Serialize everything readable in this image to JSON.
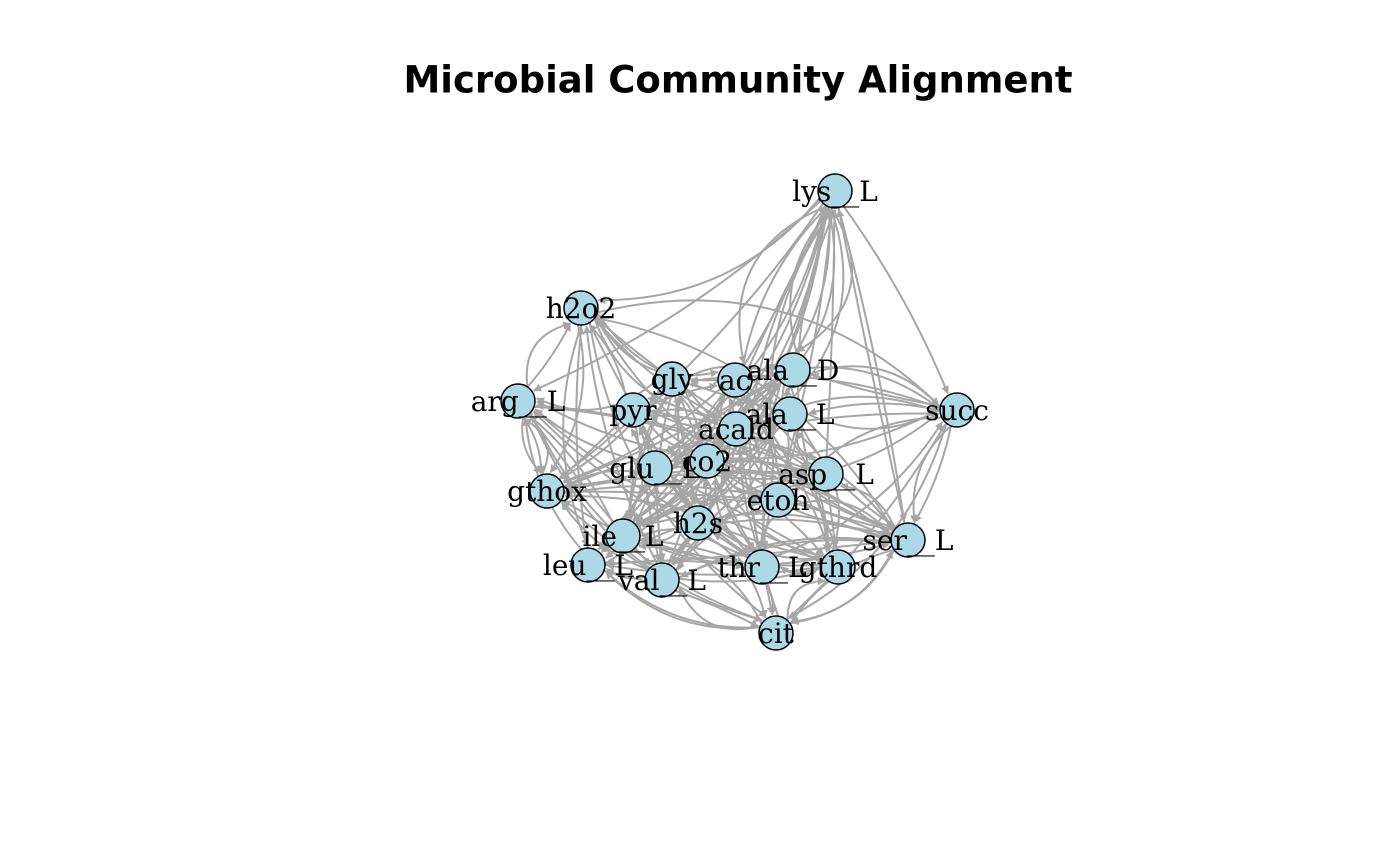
{
  "title": "Microbial Community Alignment",
  "colors": {
    "node_fill": "#add8e6",
    "node_stroke": "#000000",
    "edge": "#a6a6a6"
  },
  "nodes": [
    {
      "id": "lys__L",
      "label": "lys__L"
    },
    {
      "id": "h2o2",
      "label": "h2o2"
    },
    {
      "id": "gly",
      "label": "gly"
    },
    {
      "id": "ac",
      "label": "ac"
    },
    {
      "id": "ala__D",
      "label": "ala__D"
    },
    {
      "id": "arg__L",
      "label": "arg__L"
    },
    {
      "id": "pyr",
      "label": "pyr"
    },
    {
      "id": "ala__L",
      "label": "ala__L"
    },
    {
      "id": "succ",
      "label": "succ"
    },
    {
      "id": "acald",
      "label": "acald"
    },
    {
      "id": "glu__L",
      "label": "glu__L"
    },
    {
      "id": "co2",
      "label": "co2"
    },
    {
      "id": "asp__L",
      "label": "asp__L"
    },
    {
      "id": "gthox",
      "label": "gthox"
    },
    {
      "id": "etoh",
      "label": "etoh"
    },
    {
      "id": "h2s",
      "label": "h2s"
    },
    {
      "id": "ile__L",
      "label": "ile__L"
    },
    {
      "id": "ser__L",
      "label": "ser__L"
    },
    {
      "id": "leu__L",
      "label": "leu__L"
    },
    {
      "id": "thr__L",
      "label": "thr__L"
    },
    {
      "id": "gthrd",
      "label": "gthrd"
    },
    {
      "id": "val__L",
      "label": "val__L"
    },
    {
      "id": "cit",
      "label": "cit"
    }
  ]
}
